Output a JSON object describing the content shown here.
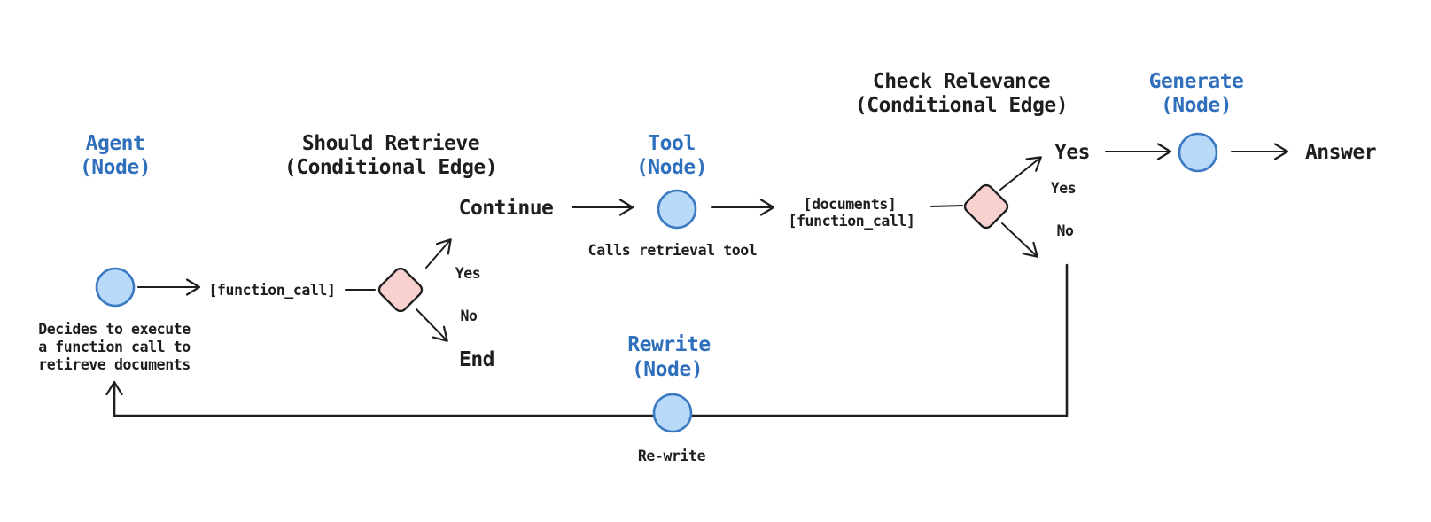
{
  "colors": {
    "node_fill": "#b9d9f8",
    "node_border": "#3b7ac2",
    "diamond_fill": "#f8d1cf",
    "diamond_border": "#1e1e1e",
    "edge_color": "#1e1e1e",
    "label_blue": "#2f6fbc",
    "text_dark": "#1e1e1e",
    "bg": "#ffffff"
  },
  "nodes": {
    "agent": {
      "title": "Agent",
      "subtitle": "(Node)",
      "description_line1": "Decides to execute",
      "description_line2": "a function call to",
      "description_line3": "retireve documents"
    },
    "should_retrieve": {
      "title": "Should Retrieve",
      "subtitle": "(Conditional Edge)"
    },
    "tool": {
      "title": "Tool",
      "subtitle": "(Node)",
      "description": "Calls retrieval tool"
    },
    "check_relevance": {
      "title": "Check Relevance",
      "subtitle": "(Conditional Edge)"
    },
    "generate": {
      "title": "Generate",
      "subtitle": "(Node)"
    },
    "rewrite": {
      "title": "Rewrite",
      "subtitle": "(Node)",
      "description": "Re-write"
    }
  },
  "edge_labels": {
    "agent_output": "[function_call]",
    "should_retrieve_yes": "Yes",
    "should_retrieve_no": "No",
    "continue_target": "Continue",
    "end_target": "End",
    "tool_output_line1": "[documents]",
    "tool_output_line2": "[function_call]",
    "check_relevance_yes_target": "Yes",
    "check_relevance_yes": "Yes",
    "check_relevance_no": "No",
    "answer_target": "Answer"
  }
}
